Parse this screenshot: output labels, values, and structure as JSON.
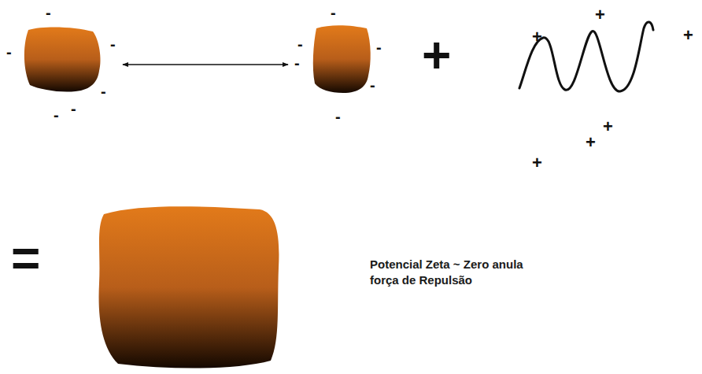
{
  "diagram": {
    "nodes": [
      {
        "text": [
          "-",
          "-",
          "-",
          "-",
          "-",
          "-"
        ]
      },
      {
        "text": [
          "-",
          "-",
          "-",
          "-",
          "-",
          "-"
        ]
      }
    ],
    "edges": [
      {
        "from": 0,
        "to": 1,
        "arrow": "both"
      }
    ],
    "labels": [
      "+",
      "+",
      "+",
      "+",
      "+",
      "+",
      "+",
      "=",
      "Potencial Zeta ~ Zero anula força de Repulsão"
    ]
  }
}
